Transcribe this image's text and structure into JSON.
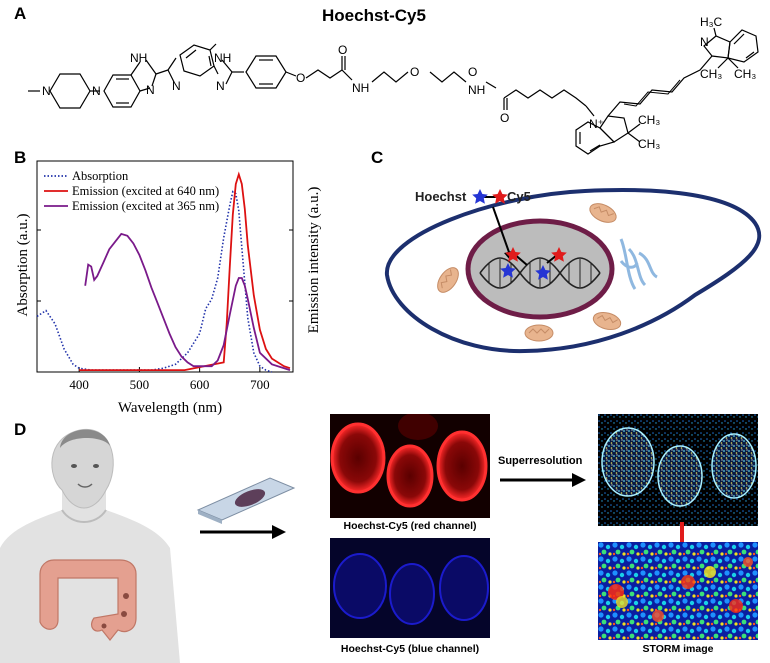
{
  "panels": {
    "a": "A",
    "b": "B",
    "c": "C",
    "d": "D"
  },
  "structure": {
    "title": "Hoechst-Cy5",
    "atoms": {
      "n_me": "N",
      "n1": "N",
      "n2": "N",
      "nh1": "NH",
      "n3": "N",
      "nh2": "NH",
      "n4": "N",
      "o1": "O",
      "o_carbonyl1": "O",
      "nh3": "NH",
      "o2": "O",
      "o3": "O",
      "nh4": "NH",
      "o_carbonyl2": "O",
      "n_plus": "N⁺",
      "ch3_a": "CH₃",
      "ch3_b": "CH₃",
      "n_top": "N",
      "h3c_top": "H₃C",
      "ch3_c": "CH₃",
      "ch3_d": "CH₃"
    }
  },
  "chart_data": {
    "type": "line",
    "xlabel": "Wavelength  (nm)",
    "ylabel_left": "Absorption  (a.u.)",
    "ylabel_right": "Emission intensity  (a.u.)",
    "xlim": [
      330,
      755
    ],
    "ylim": [
      0,
      1.1
    ],
    "xticks": [
      400,
      500,
      600,
      700
    ],
    "legend_position": "top-left",
    "series": [
      {
        "name": "Absorption",
        "color": "#2233aa",
        "style": "dotted",
        "x": [
          330,
          345,
          360,
          375,
          390,
          400,
          420,
          440,
          460,
          480,
          500,
          520,
          540,
          560,
          580,
          600,
          610,
          620,
          630,
          640,
          650,
          655,
          660,
          665,
          670,
          680,
          690,
          700,
          710,
          720
        ],
        "y": [
          0.29,
          0.32,
          0.25,
          0.12,
          0.04,
          0.02,
          0.01,
          0.01,
          0.01,
          0.01,
          0.01,
          0.01,
          0.02,
          0.04,
          0.1,
          0.2,
          0.33,
          0.38,
          0.49,
          0.7,
          0.87,
          0.94,
          0.93,
          0.84,
          0.65,
          0.28,
          0.1,
          0.03,
          0.01,
          0.0
        ]
      },
      {
        "name": "Emission (excited at 640 nm)",
        "color": "#dd1111",
        "style": "solid",
        "x": [
          400,
          450,
          500,
          550,
          575,
          640,
          645,
          650,
          655,
          660,
          665,
          670,
          675,
          680,
          690,
          700,
          710,
          720,
          740,
          750
        ],
        "y": [
          0.01,
          0.01,
          0.01,
          0.01,
          0.01,
          0.05,
          0.25,
          0.55,
          0.82,
          0.98,
          1.03,
          0.98,
          0.85,
          0.66,
          0.4,
          0.22,
          0.12,
          0.07,
          0.03,
          0.02
        ]
      },
      {
        "name": "Emission (excited at 365 nm)",
        "color": "#7a1a8a",
        "style": "solid",
        "x": [
          410,
          415,
          420,
          425,
          430,
          440,
          450,
          460,
          470,
          480,
          490,
          500,
          510,
          520,
          530,
          540,
          550,
          560,
          570,
          580,
          590,
          600,
          610,
          620,
          630,
          640,
          650,
          660,
          665,
          670,
          675,
          680,
          690,
          700,
          720,
          750
        ],
        "y": [
          0.45,
          0.56,
          0.55,
          0.48,
          0.5,
          0.57,
          0.64,
          0.68,
          0.72,
          0.71,
          0.67,
          0.61,
          0.53,
          0.44,
          0.36,
          0.28,
          0.2,
          0.13,
          0.08,
          0.05,
          0.03,
          0.03,
          0.03,
          0.03,
          0.06,
          0.14,
          0.3,
          0.45,
          0.49,
          0.49,
          0.45,
          0.38,
          0.23,
          0.1,
          0.04,
          0.01
        ]
      }
    ]
  },
  "cell_diagram": {
    "label_hoechst": "Hoechst",
    "label_cy5": "Cy5",
    "colors": {
      "membrane": "#1c2f6e",
      "nucleus_ring": "#6e1d47",
      "nucleus_fill": "#bcbcbc",
      "mito": "#e8b48e",
      "er": "#8fb8e0",
      "star_red": "#e01b1b",
      "star_blue": "#2535d4"
    }
  },
  "workflow": {
    "red_caption": "Hoechst-Cy5 (red channel)",
    "blue_caption": "Hoechst-Cy5 (blue channel)",
    "arrow_label": "Superresolution",
    "storm_caption": "STORM image"
  }
}
